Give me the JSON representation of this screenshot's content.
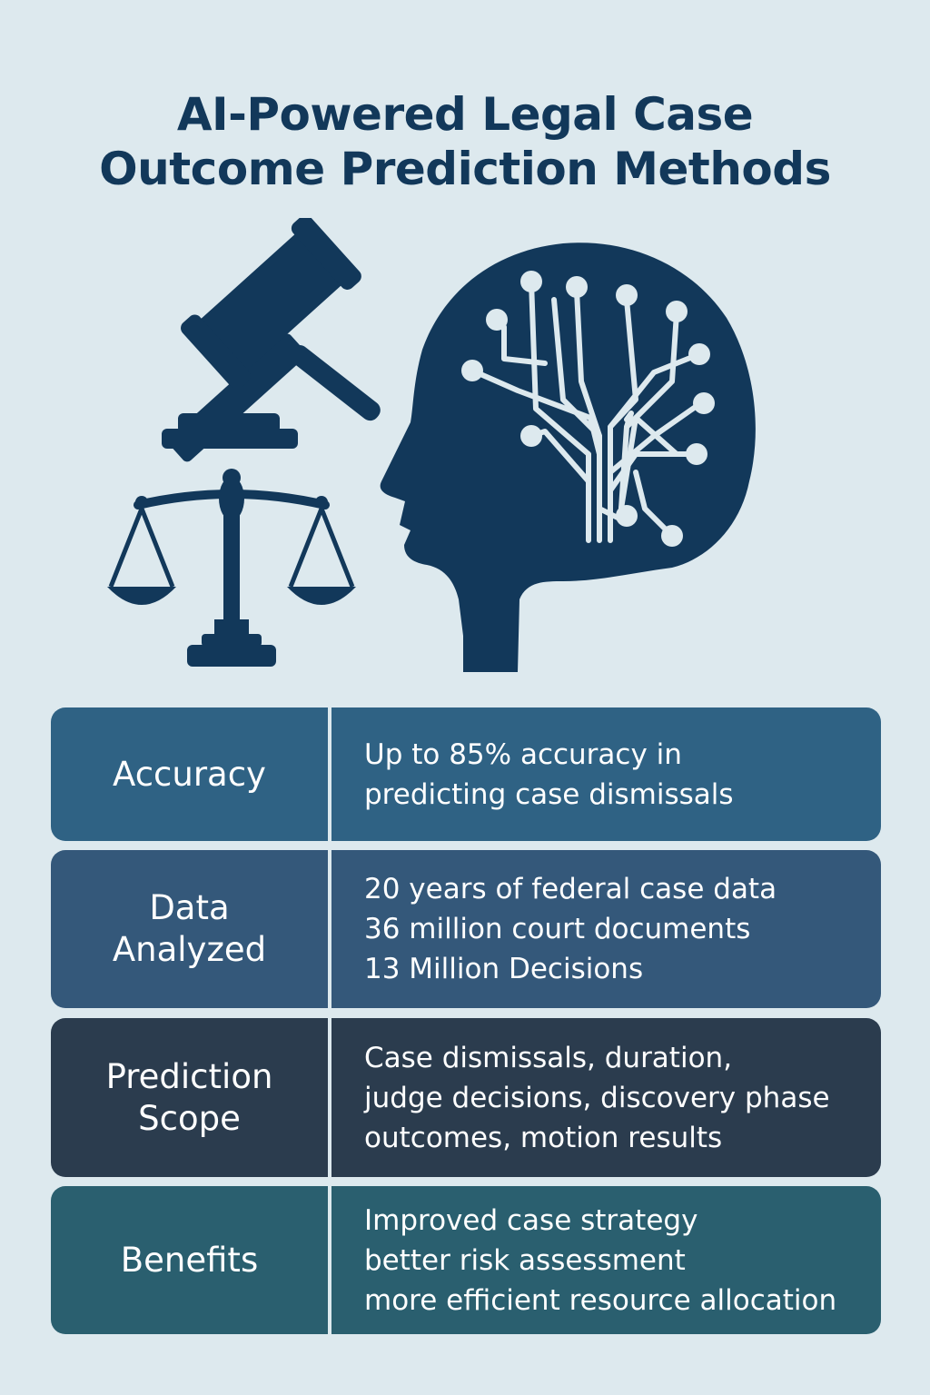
{
  "title": {
    "line1": "AI-Powered Legal Case",
    "line2": "Outcome Prediction Methods"
  },
  "colors": {
    "background": "#dde9ee",
    "navy": "#12385a",
    "row_accuracy": "#2f6284",
    "row_data": "#34587a",
    "row_scope": "#2b3c4e",
    "row_benefits": "#2a5f6f"
  },
  "icons": [
    "gavel-icon",
    "scales-of-justice-icon",
    "ai-head-circuit-icon"
  ],
  "rows": [
    {
      "label": "Accuracy",
      "lines": [
        "Up to 85% accuracy in",
        "predicting case dismissals"
      ]
    },
    {
      "label": "Data\nAnalyzed",
      "lines": [
        "20 years of federal case data",
        "36 million court documents",
        "13 Million Decisions"
      ]
    },
    {
      "label": "Prediction\nScope",
      "lines": [
        "Case dismissals, duration,",
        "judge decisions, discovery phase",
        "outcomes, motion results"
      ]
    },
    {
      "label": "Benefits",
      "lines": [
        "Improved case strategy",
        "better risk assessment",
        "more efficient resource allocation"
      ]
    }
  ]
}
